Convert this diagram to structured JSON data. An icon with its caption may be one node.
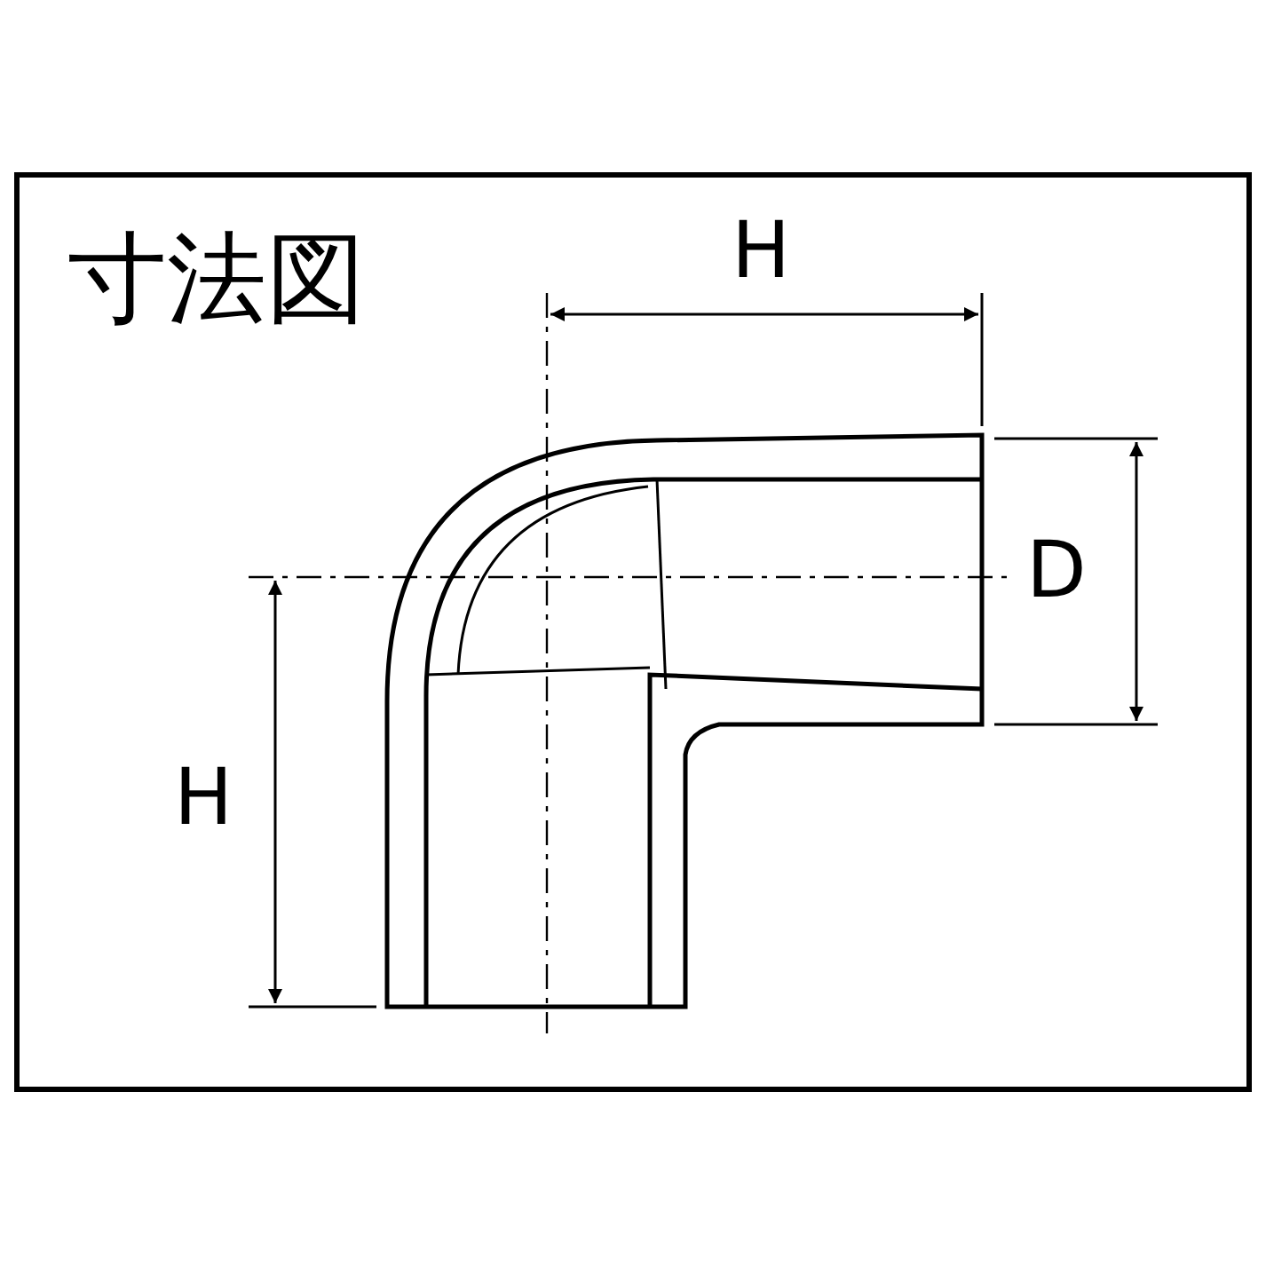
{
  "diagram": {
    "title": "寸法図",
    "labels": [
      "H",
      "D",
      "H"
    ]
  }
}
